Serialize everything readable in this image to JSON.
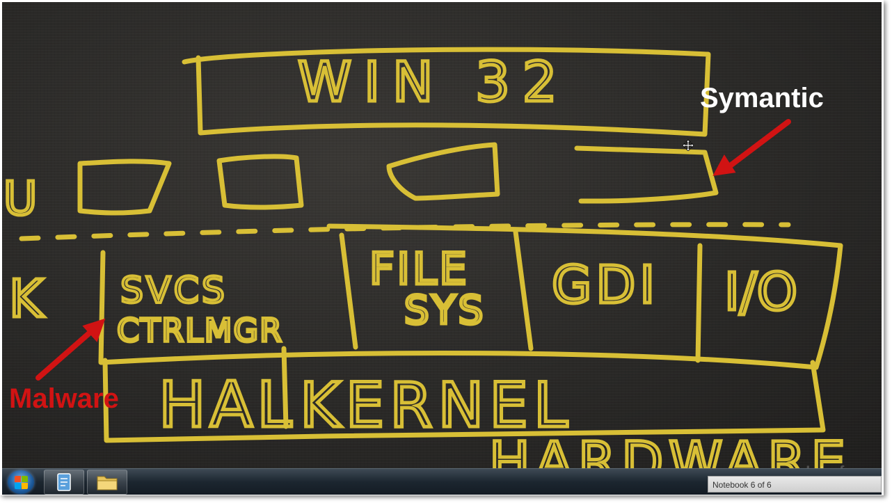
{
  "diagram": {
    "win32_label": "WIN 32",
    "user_mode_label": "U",
    "kernel_mode_label": "K",
    "svcs_label_line1": "SVCS",
    "svcs_label_line2": "CTRLMGR",
    "filesys_label_line1": "FILE",
    "filesys_label_line2": "SYS",
    "gdi_label": "GDI",
    "io_label": "I/O",
    "hal_label": "HAL",
    "kernel_label": "KERNEL",
    "hardware_label": "HARDWARE"
  },
  "callouts": {
    "symantic": "Symantic",
    "malware": "Malware"
  },
  "colors": {
    "ink": "#d8bf36",
    "arrow_red": "#d11313",
    "board": "#2a2927"
  },
  "taskbar": {
    "start_icon": "windows-orb-icon",
    "apps": [
      {
        "icon": "notepad-icon"
      },
      {
        "icon": "folder-icon"
      }
    ],
    "notebook_status": "Notebook  6 of 6"
  },
  "watermark": "Interface"
}
